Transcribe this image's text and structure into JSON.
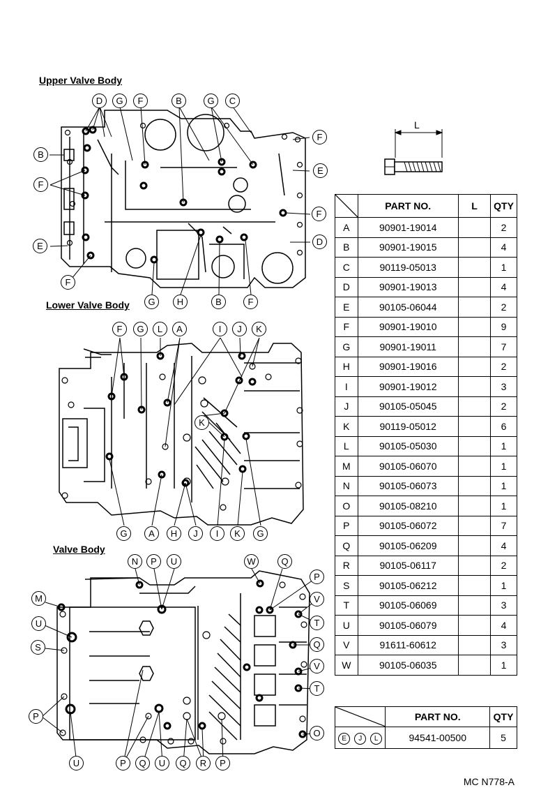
{
  "sections": {
    "upper": "Upper Valve Body",
    "lower": "Lower Valve Body",
    "valve": "Valve Body"
  },
  "bolt_dimension_label": "L",
  "parts_table": {
    "headers": {
      "part_no": "PART NO.",
      "l": "L",
      "qty": "QTY"
    },
    "rows": [
      {
        "letter": "A",
        "part_no": "90901-19014",
        "l": "",
        "qty": "2"
      },
      {
        "letter": "B",
        "part_no": "90901-19015",
        "l": "",
        "qty": "4"
      },
      {
        "letter": "C",
        "part_no": "90119-05013",
        "l": "",
        "qty": "1"
      },
      {
        "letter": "D",
        "part_no": "90901-19013",
        "l": "",
        "qty": "4"
      },
      {
        "letter": "E",
        "part_no": "90105-06044",
        "l": "",
        "qty": "2"
      },
      {
        "letter": "F",
        "part_no": "90901-19010",
        "l": "",
        "qty": "9"
      },
      {
        "letter": "G",
        "part_no": "90901-19011",
        "l": "",
        "qty": "7"
      },
      {
        "letter": "H",
        "part_no": "90901-19016",
        "l": "",
        "qty": "2"
      },
      {
        "letter": "I",
        "part_no": "90901-19012",
        "l": "",
        "qty": "3"
      },
      {
        "letter": "J",
        "part_no": "90105-05045",
        "l": "",
        "qty": "2"
      },
      {
        "letter": "K",
        "part_no": "90119-05012",
        "l": "",
        "qty": "6"
      },
      {
        "letter": "L",
        "part_no": "90105-05030",
        "l": "",
        "qty": "1"
      },
      {
        "letter": "M",
        "part_no": "90105-06070",
        "l": "",
        "qty": "1"
      },
      {
        "letter": "N",
        "part_no": "90105-06073",
        "l": "",
        "qty": "1"
      },
      {
        "letter": "O",
        "part_no": "90105-08210",
        "l": "",
        "qty": "1"
      },
      {
        "letter": "P",
        "part_no": "90105-06072",
        "l": "",
        "qty": "7"
      },
      {
        "letter": "Q",
        "part_no": "90105-06209",
        "l": "",
        "qty": "4"
      },
      {
        "letter": "R",
        "part_no": "90105-06117",
        "l": "",
        "qty": "2"
      },
      {
        "letter": "S",
        "part_no": "90105-06212",
        "l": "",
        "qty": "1"
      },
      {
        "letter": "T",
        "part_no": "90105-06069",
        "l": "",
        "qty": "3"
      },
      {
        "letter": "U",
        "part_no": "90105-06079",
        "l": "",
        "qty": "4"
      },
      {
        "letter": "V",
        "part_no": "91611-60612",
        "l": "",
        "qty": "3"
      },
      {
        "letter": "W",
        "part_no": "90105-06035",
        "l": "",
        "qty": "1"
      }
    ]
  },
  "second_table": {
    "headers": {
      "part_no": "PART NO.",
      "qty": "QTY"
    },
    "row": {
      "letters": [
        "E",
        "J",
        "L"
      ],
      "part_no": "94541-00500",
      "qty": "5"
    }
  },
  "drawing_code": "MC N778-A",
  "callouts": {
    "upper": [
      "D",
      "G",
      "F",
      "B",
      "G",
      "C",
      "F",
      "B",
      "E",
      "F",
      "F",
      "E",
      "D",
      "F",
      "G",
      "H",
      "B",
      "F"
    ],
    "lower": [
      "F",
      "G",
      "L",
      "A",
      "I",
      "J",
      "K",
      "K",
      "G",
      "A",
      "H",
      "J",
      "I",
      "K",
      "G"
    ],
    "valve": [
      "N",
      "P",
      "U",
      "W",
      "Q",
      "P",
      "M",
      "V",
      "U",
      "T",
      "S",
      "Q",
      "V",
      "T",
      "P",
      "O",
      "U",
      "P",
      "Q",
      "U",
      "Q",
      "R",
      "P"
    ]
  }
}
